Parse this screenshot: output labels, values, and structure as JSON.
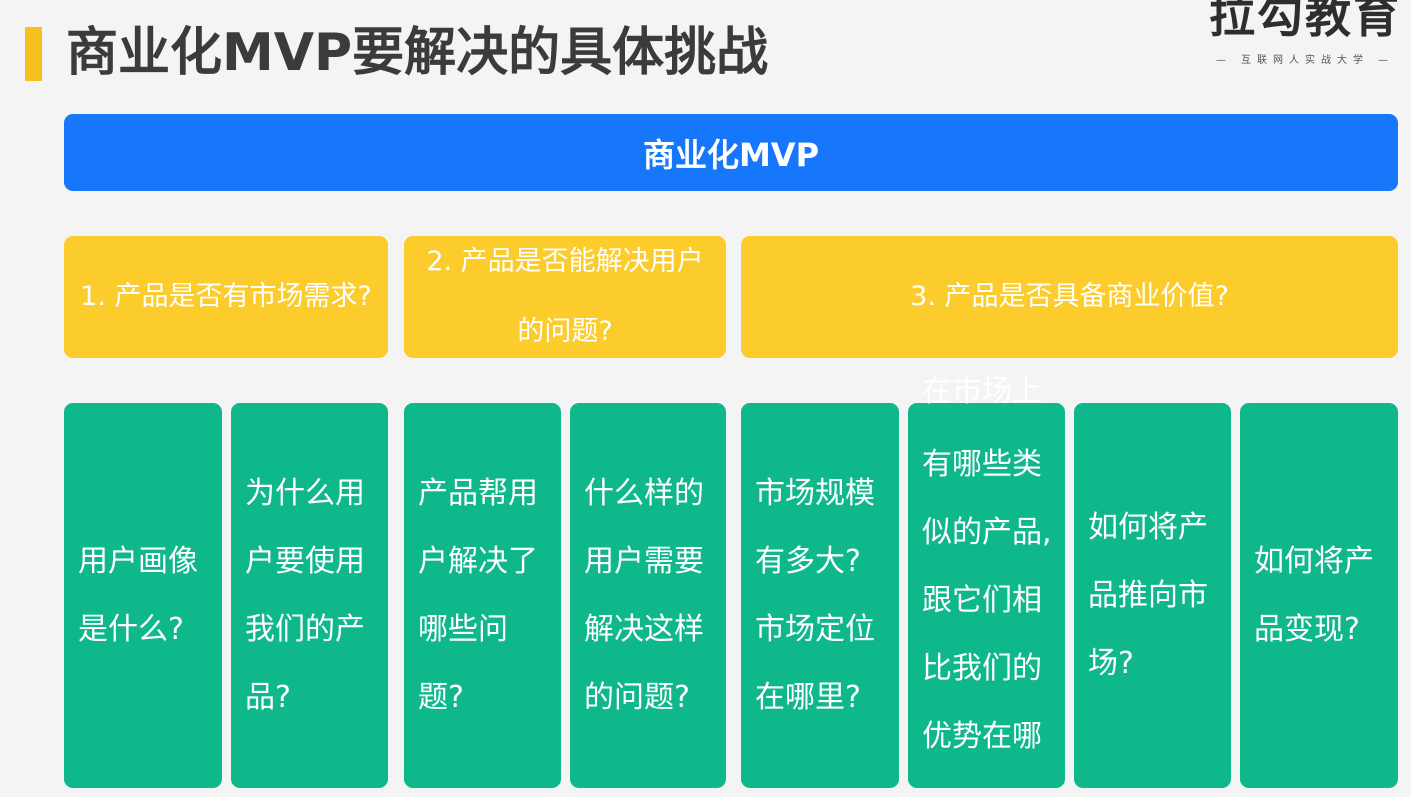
{
  "title": "商业化MVP要解决的具体挑战",
  "logo": {
    "text": "拉勾教育",
    "subtitle": "— 互联网人实战大学 —"
  },
  "header": "商业化MVP",
  "questions": [
    "1. 产品是否有市场需求?",
    "2. 产品是否能解决用户的问题?",
    "3. 产品是否具备商业价值?"
  ],
  "answers": [
    "用户画像是什么?",
    "为什么用户要使用我们的产品?",
    "产品帮用户解决了哪些问题?",
    "什么样的用户需要解决这样的问题?",
    "市场规模有多大?市场定位在哪里?",
    "有哪些类似的产品,跟它们相比我们的优势在哪",
    "如何将产品推向市场?",
    "如何将产品变现?"
  ],
  "answer6_overflow": "在市场上",
  "colors": {
    "accent": "#f7c11d",
    "header": "#1677fb",
    "question": "#fccb2c",
    "answer": "#0fb88a"
  }
}
